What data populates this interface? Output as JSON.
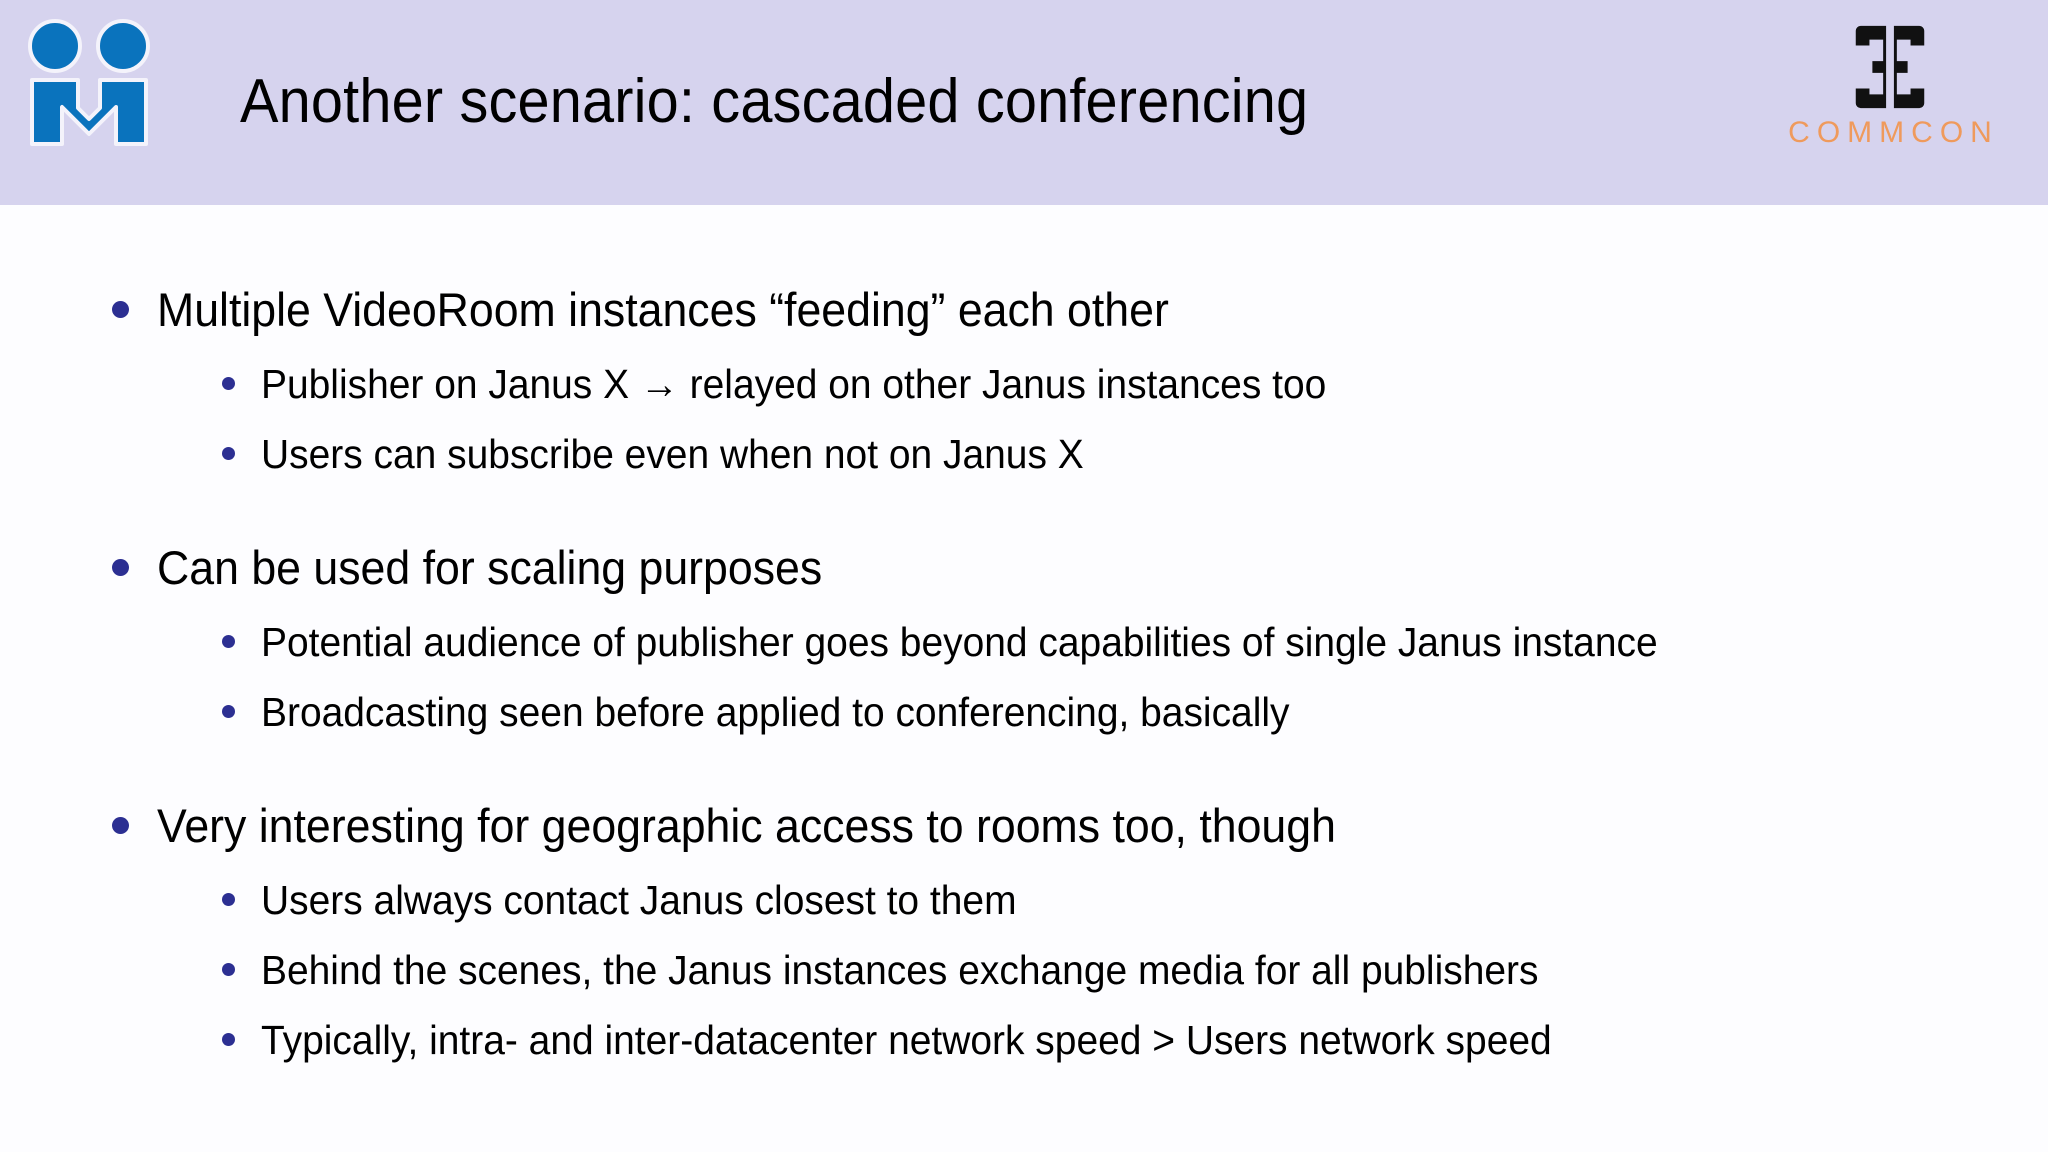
{
  "slide": {
    "header": {
      "title": "Another scenario: cascaded conferencing",
      "band_color": "#d6d3ee",
      "left_logo": {
        "name": "meetecho-logo",
        "alt": "Meetecho",
        "color": "#0a73bd"
      },
      "right_logo": {
        "name": "commcon-logo",
        "wordmark": "COMMCON",
        "mark_color": "#111111",
        "word_color": "#ef9a5c"
      }
    },
    "body": {
      "background_color": "#fdfdff",
      "bullet_color": "#2c2f92",
      "text_color": "#000000",
      "groups": [
        {
          "level1": "Multiple VideoRoom instances “feeding” each other",
          "level2": [
            "Publisher on Janus X → relayed on other Janus instances too",
            "Users can subscribe even when not on Janus X"
          ]
        },
        {
          "level1": "Can be used for scaling purposes",
          "level2": [
            "Potential audience of publisher goes beyond capabilities of single Janus instance",
            "Broadcasting seen before applied to conferencing, basically"
          ]
        },
        {
          "level1": "Very interesting for geographic access to rooms too, though",
          "level2": [
            "Users always contact Janus closest to them",
            "Behind the scenes, the Janus instances exchange media for all publishers",
            "Typically, intra- and inter-datacenter network speed > Users network speed"
          ]
        }
      ]
    }
  }
}
